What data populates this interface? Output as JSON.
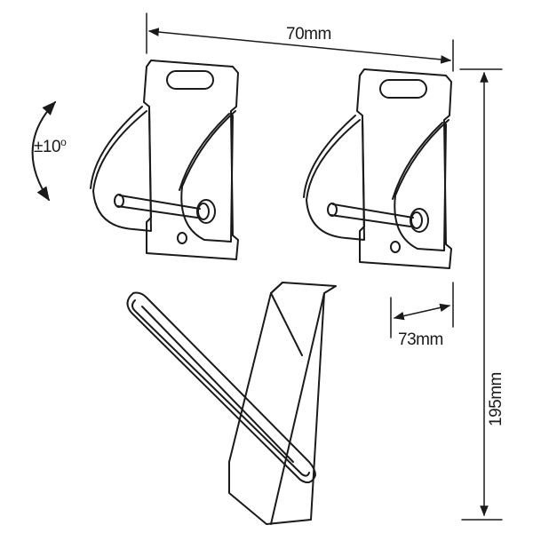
{
  "dimensions": {
    "width_label": "70mm",
    "depth_label": "73mm",
    "height_label": "195mm",
    "tilt_label": "±10",
    "tilt_degree_mark": "o"
  },
  "colors": {
    "line": "#1a1a1a",
    "background": "#ffffff"
  }
}
